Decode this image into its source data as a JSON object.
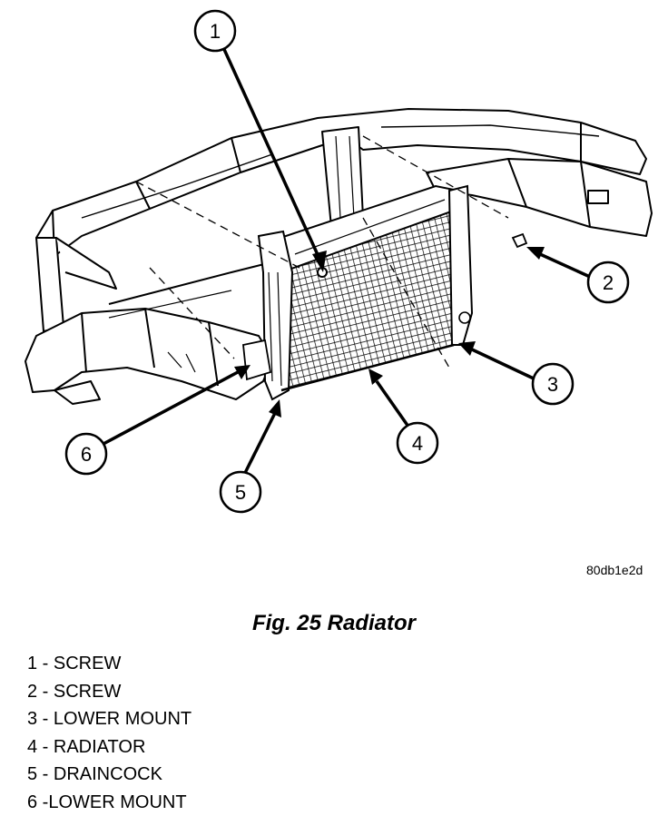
{
  "figure": {
    "image_code": "80db1e2d",
    "caption": "Fig. 25 Radiator",
    "callouts": [
      {
        "number": "1"
      },
      {
        "number": "2"
      },
      {
        "number": "3"
      },
      {
        "number": "4"
      },
      {
        "number": "5"
      },
      {
        "number": "6"
      }
    ],
    "legend": [
      "1 - SCREW",
      "2 - SCREW",
      "3 - LOWER MOUNT",
      "4 - RADIATOR",
      "5 - DRAINCOCK",
      "6 -LOWER MOUNT"
    ]
  }
}
